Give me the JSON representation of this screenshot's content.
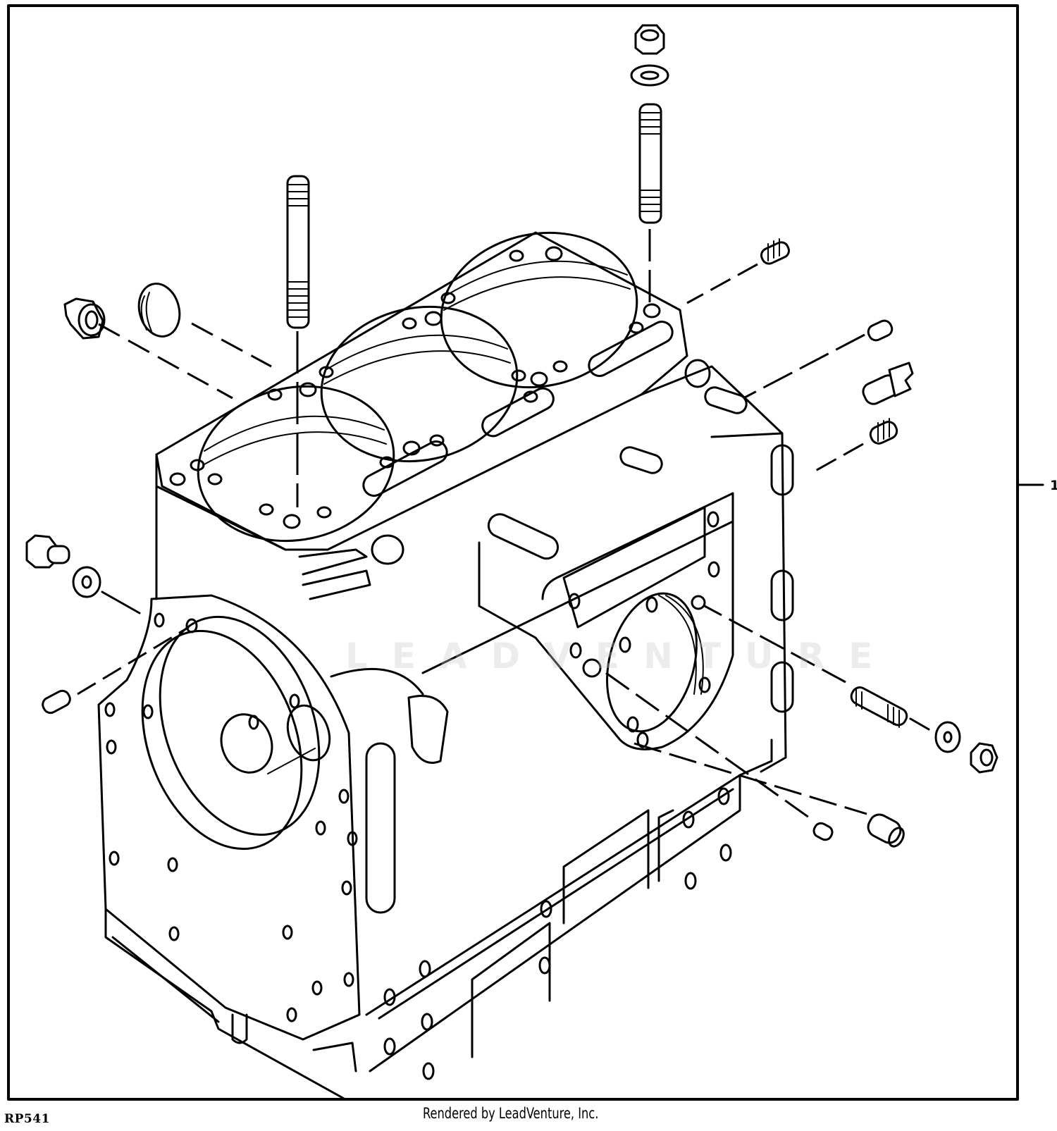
{
  "diagram": {
    "title": "Cylinder block exploded view",
    "figure_id": "RP541",
    "credit": "Rendered by LeadVenture, Inc.",
    "callouts": [
      {
        "label": "1"
      }
    ],
    "watermark_text": "LEADVENTURE",
    "parts": [
      "cylinder-block",
      "head-stud",
      "hex-nut",
      "flat-washer",
      "expansion-plug",
      "drain-plug",
      "hex-plug",
      "dowel-pin",
      "threaded-plug",
      "fitting",
      "side-stud"
    ],
    "colors": {
      "line": "#000000",
      "background": "#ffffff",
      "watermark": "#c8c8c8"
    }
  }
}
